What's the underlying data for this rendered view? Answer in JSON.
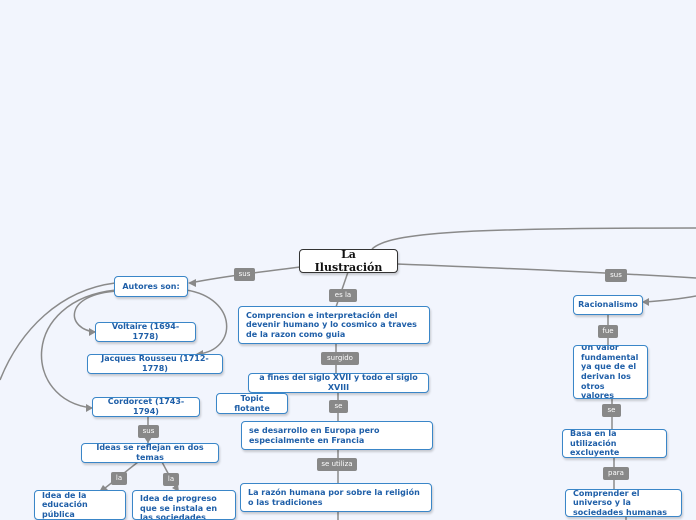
{
  "root": {
    "title": "La Ilustración"
  },
  "nodes": {
    "autores": "Autores son:",
    "voltaire": "Voltaire (1694-1778)",
    "rousseau": "Jacques Rousseu (1712-1778)",
    "condorcet": "Cordorcet (1743-1794)",
    "ideas_dos_temas": "Ideas se reflejan en dos temas",
    "educacion_publica": "Idea de la educación pública",
    "idea_progreso": "Idea de progreso que se instala en las sociedades modernas",
    "comprension": "Comprencion e interpretación del devenir humano y lo cosmico a traves de la razon como guia",
    "fines_siglo": "a fines del siglo XVII y todo el siglo XVIII",
    "topic_flotante": "Topic flotante",
    "europa": "se desarrollo en Europa pero especialmente en Francia",
    "razon_humana": "La razón humana por sobre la religión o las tradiciones",
    "racionalismo": "Racionalismo",
    "valor_fundamental": "Un valor fundamental ya que de el derivan los otros valores",
    "basa_razon": "Basa en la utilización excluyente",
    "comprender_universo": "Comprender el universo y la sociedades humanas"
  },
  "labels": {
    "sus_left": "sus",
    "es_la": "es la",
    "surgido": "surgido",
    "se_1": "se",
    "se_utiliza": "se utiliza",
    "sus_right": "sus",
    "fue": "fue",
    "se_2": "se",
    "para": "para",
    "sus_condorcet": "sus",
    "la_1": "la",
    "la_2": "la"
  }
}
